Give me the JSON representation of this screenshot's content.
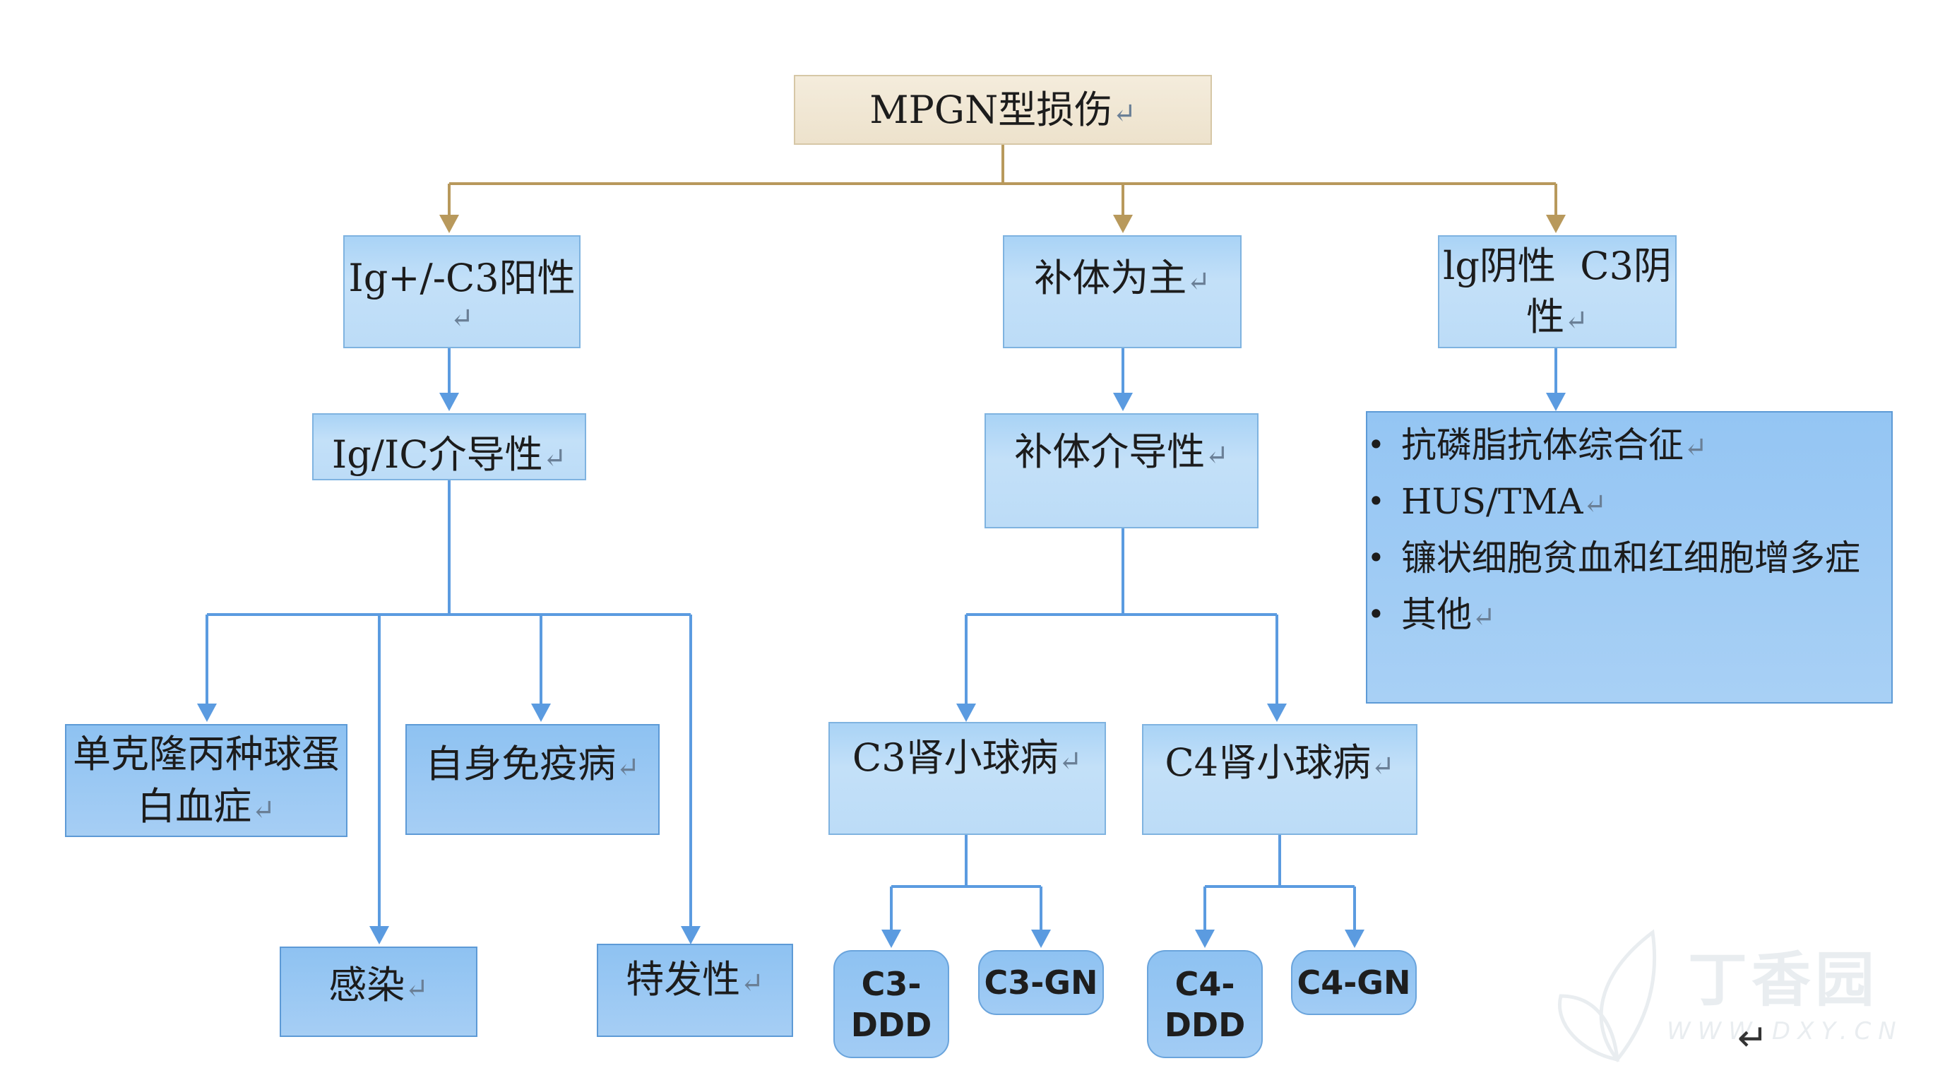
{
  "root": {
    "label": "MPGN型损伤",
    "mark": "↵"
  },
  "branches": {
    "ig": {
      "label": "Ig+/-C3阳性",
      "mark": "↵"
    },
    "complement": {
      "label": "补体为主",
      "mark": "↵"
    },
    "neg": {
      "line1": "lg阴性  C3阴",
      "line2": "性",
      "mark": "↵"
    }
  },
  "mediated": {
    "ig": {
      "label": "Ig/IC介导性",
      "mark": "↵"
    },
    "complement": {
      "label": "补体介导性",
      "mark": "↵"
    }
  },
  "neg_list": {
    "items": [
      {
        "text": "抗磷脂抗体综合征",
        "mark": "↵"
      },
      {
        "text": "HUS/TMA",
        "mark": "↵"
      },
      {
        "text": "镰状细胞贫血和红细胞增多症",
        "mark": ""
      },
      {
        "text": "其他",
        "mark": "↵"
      }
    ]
  },
  "ig_causes": {
    "monoclonal": {
      "line1": "单克隆丙种球蛋",
      "line2": "白血症",
      "mark": "↵"
    },
    "autoimmune": {
      "label": "自身免疫病",
      "mark": "↵"
    },
    "infection": {
      "label": "感染",
      "mark": "↵"
    },
    "idiopathic": {
      "label": "特发性",
      "mark": "↵"
    }
  },
  "glomerulopathy": {
    "c3": {
      "label": "C3肾小球病",
      "mark": "↵"
    },
    "c4": {
      "label": "C4肾小球病",
      "mark": "↵"
    }
  },
  "subtypes": {
    "c3_ddd": {
      "line1": "C3-",
      "line2": "DDD"
    },
    "c3_gn": {
      "label": "C3-GN"
    },
    "c4_ddd": {
      "line1": "C4-",
      "line2": "DDD"
    },
    "c4_gn": {
      "label": "C4-GN"
    }
  },
  "watermark": {
    "name": "丁香园",
    "url": "WWW.DXY.CN"
  },
  "page_mark": "↵",
  "colors": {
    "root_line": "#b8995c",
    "blue_line": "#5b9be0"
  }
}
